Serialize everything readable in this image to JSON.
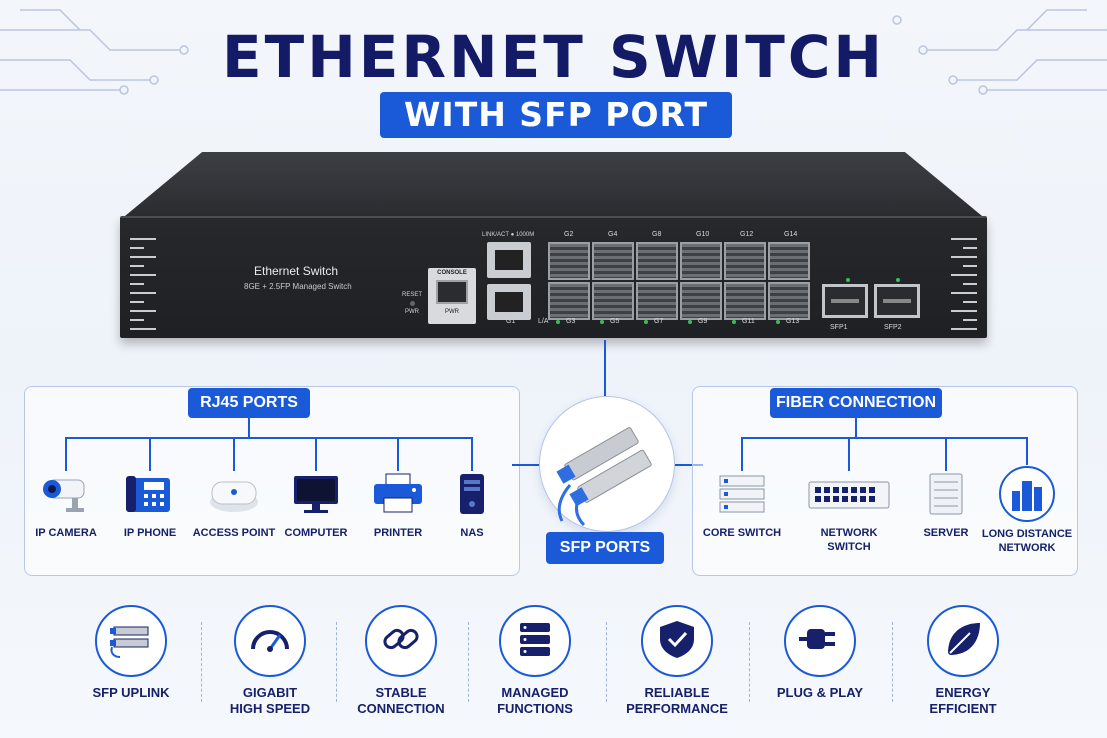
{
  "header": {
    "title": "ETHERNET SWITCH",
    "subtitle": "WITH SFP PORT"
  },
  "switch": {
    "name": "Ethernet Switch",
    "model": "8GE + 2.5FP Managed Switch",
    "reset_label": "RESET",
    "pwr_small_label": "PWR",
    "console_label": "CONSOLE",
    "console_pwr_label": "PWR",
    "link_label": "LINK/ACT",
    "speed_label": "1000M",
    "g1_label": "G1",
    "la_label": "L/A",
    "top_ports": [
      "G2",
      "G4",
      "G8",
      "G10",
      "G12",
      "G14"
    ],
    "bottom_ports": [
      "G3",
      "G5",
      "G7",
      "G9",
      "G11",
      "G13"
    ],
    "sfp_ports": [
      "SFP1",
      "SFP2"
    ]
  },
  "rj45": {
    "title": "RJ45 PORTS",
    "devices": [
      {
        "label": "IP CAMERA",
        "icon": "camera-icon"
      },
      {
        "label": "IP PHONE",
        "icon": "phone-icon"
      },
      {
        "label": "ACCESS POINT",
        "icon": "access-point-icon"
      },
      {
        "label": "COMPUTER",
        "icon": "computer-icon"
      },
      {
        "label": "PRINTER",
        "icon": "printer-icon"
      },
      {
        "label": "NAS",
        "icon": "nas-icon"
      }
    ]
  },
  "center": {
    "label": "SFP PORTS"
  },
  "fiber": {
    "title": "FIBER CONNECTION",
    "devices": [
      {
        "label": "CORE SWITCH",
        "icon": "core-switch-icon"
      },
      {
        "label": "NETWORK\nSWITCH",
        "line1": "NETWORK",
        "line2": "SWITCH",
        "icon": "network-switch-icon"
      },
      {
        "label": "SERVER",
        "icon": "server-icon"
      },
      {
        "label": "LONG DISTANCE\nNETWORK",
        "line1": "LONG DISTANCE",
        "line2": "NETWORK",
        "icon": "city-icon"
      }
    ]
  },
  "features": [
    {
      "line1": "SFP UPLINK",
      "line2": "",
      "icon": "sfp-module-icon"
    },
    {
      "line1": "GIGABIT",
      "line2": "HIGH SPEED",
      "icon": "speedometer-icon"
    },
    {
      "line1": "STABLE",
      "line2": "CONNECTION",
      "icon": "chain-link-icon"
    },
    {
      "line1": "MANAGED",
      "line2": "FUNCTIONS",
      "icon": "server-stack-icon"
    },
    {
      "line1": "RELIABLE",
      "line2": "PERFORMANCE",
      "icon": "shield-check-icon"
    },
    {
      "line1": "PLUG & PLAY",
      "line2": "",
      "icon": "plug-icon"
    },
    {
      "line1": "ENERGY",
      "line2": "EFFICIENT",
      "icon": "leaf-icon"
    }
  ],
  "colors": {
    "accent": "#1a5ad8",
    "navy": "#131a66",
    "switch_body": "#26282c"
  }
}
